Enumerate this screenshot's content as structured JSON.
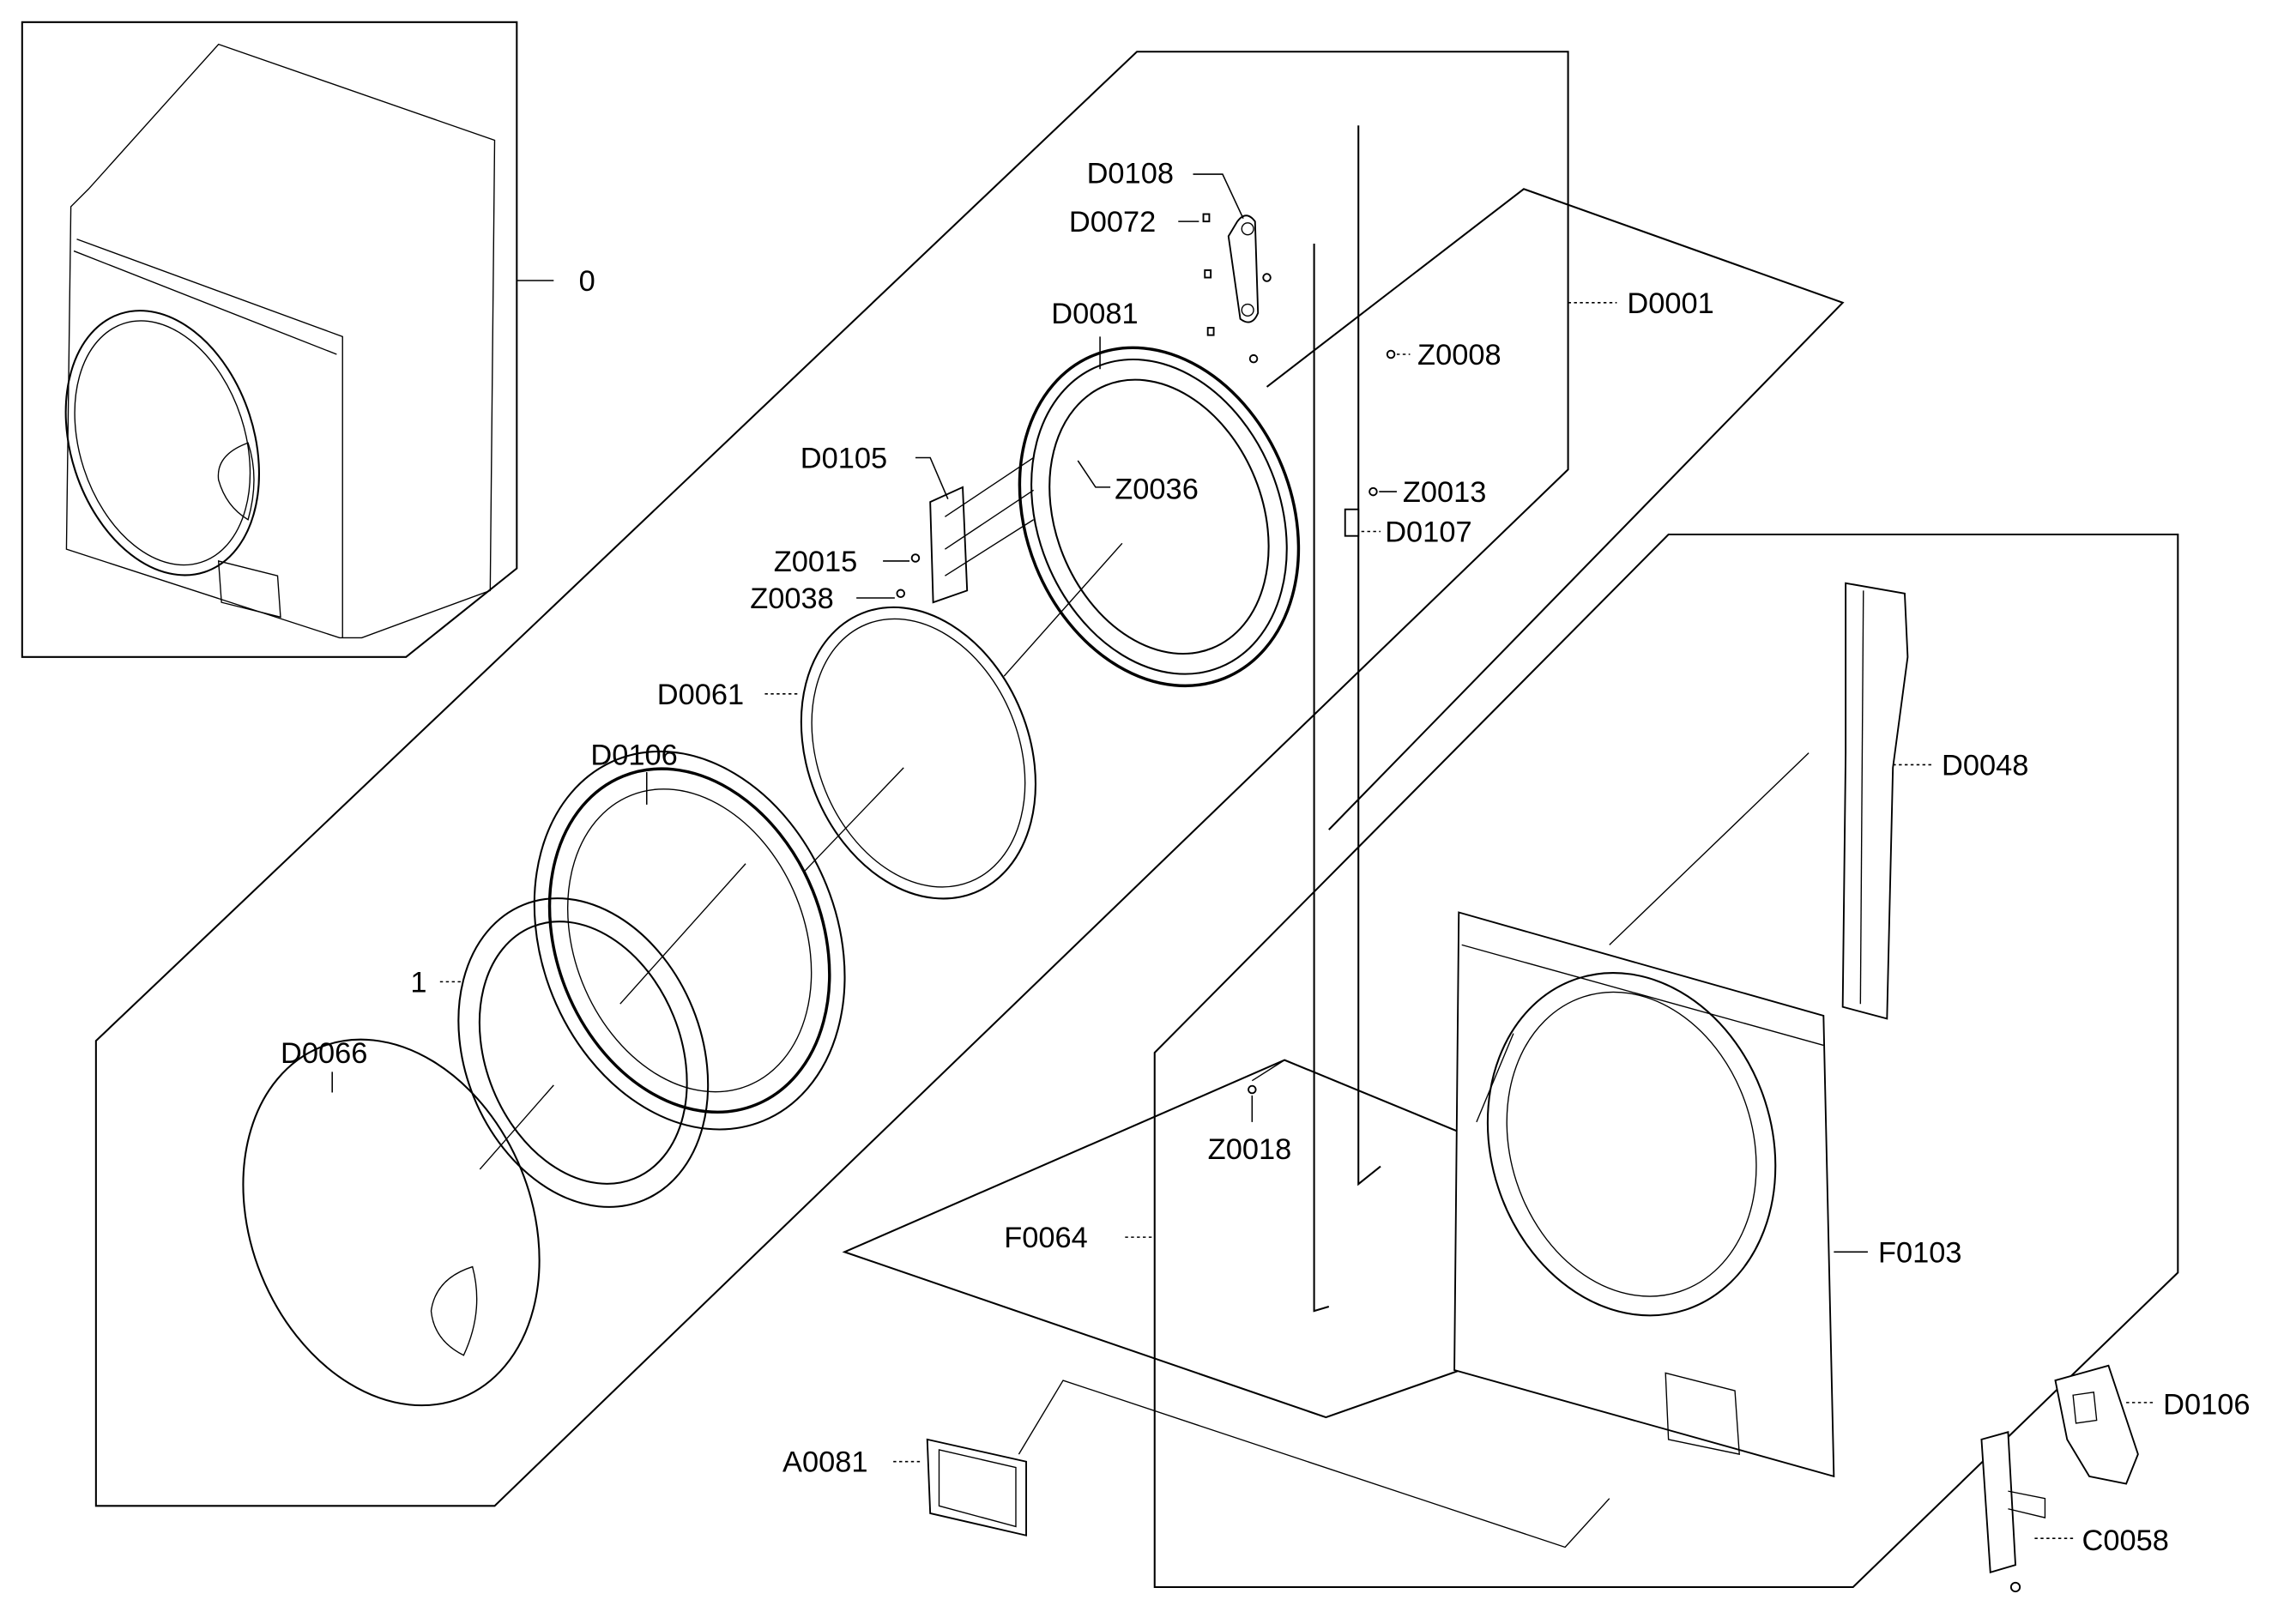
{
  "diagram": {
    "title": "Door / Front Panel Exploded Parts Diagram",
    "labels": {
      "assembly": "0",
      "door_assy": "1",
      "d0001": "D0001",
      "d0108": "D0108",
      "d0072": "D0072",
      "d0081": "D0081",
      "z0008": "Z0008",
      "d0105": "D0105",
      "z0036": "Z0036",
      "z0013": "Z0013",
      "d0107": "D0107",
      "z0015": "Z0015",
      "z0038": "Z0038",
      "d0061": "D0061",
      "d0106_ring": "D0106",
      "d0066": "D0066",
      "d0048": "D0048",
      "z0018": "Z0018",
      "f0064": "F0064",
      "f0103": "F0103",
      "a0081": "A0081",
      "d0106_bracket": "D0106",
      "c0058": "C0058"
    }
  }
}
